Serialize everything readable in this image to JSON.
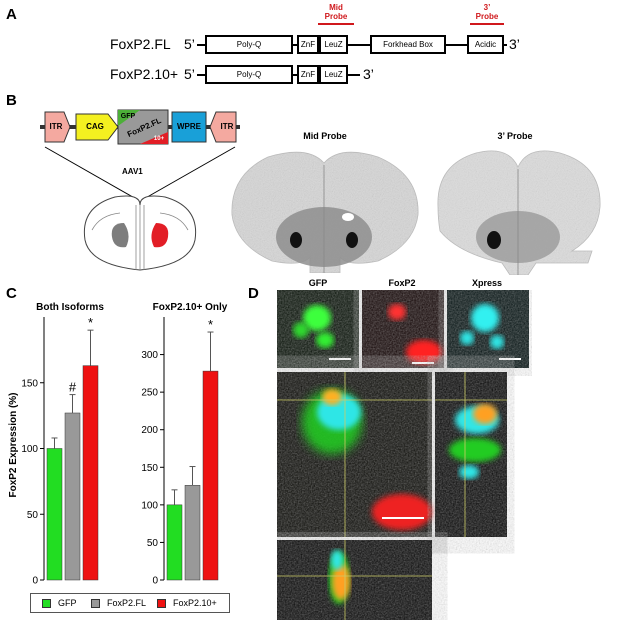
{
  "panels": {
    "a": "A",
    "b": "B",
    "c": "C",
    "d": "D"
  },
  "panel_a": {
    "genes": [
      {
        "name": "FoxP2.FL",
        "five": "5’",
        "three": "3’"
      },
      {
        "name": "FoxP2.10+",
        "five": "5’",
        "three": "3’"
      }
    ],
    "domains": {
      "polyq": "Poly-Q",
      "znf": "ZnF",
      "leuz": "LeuZ",
      "forkhead": "Forkhead Box",
      "acidic": "Acidic"
    },
    "mid_probe": [
      "Mid",
      "Probe"
    ],
    "three_probe": [
      "3’",
      "Probe"
    ]
  },
  "panel_b": {
    "vector": {
      "itr": "ITR",
      "cag": "CAG",
      "gfp": "GFP",
      "foxp2fl": "FoxP2.FL",
      "ten": "10+",
      "wpre": "WPRE",
      "itr2": "ITR"
    },
    "aav": "AAV1",
    "mid_title": "Mid Probe",
    "three_title": "3’ Probe"
  },
  "panel_d": {
    "gfp": "GFP",
    "foxp2": "FoxP2",
    "xpress": "Xpress"
  },
  "colors": {
    "gfp": "#22dd22",
    "fl": "#999999",
    "ten": "#ee1111",
    "probe": "#d0181c"
  },
  "chart_data": [
    {
      "type": "bar",
      "title": "Both Isoforms",
      "ylabel": "FoxP2 Expression (%)",
      "ylim": [
        0,
        200
      ],
      "yticks": [
        0,
        50,
        100,
        150
      ],
      "categories": [
        "GFP",
        "FoxP2.FL",
        "FoxP2.10+"
      ],
      "values": [
        100,
        127,
        163
      ],
      "errors": [
        8,
        14,
        27
      ],
      "annotations": [
        "",
        "#",
        "*"
      ]
    },
    {
      "type": "bar",
      "title": "FoxP2.10+ Only",
      "ylim": [
        0,
        350
      ],
      "yticks": [
        0,
        50,
        100,
        150,
        200,
        250,
        300
      ],
      "categories": [
        "GFP",
        "FoxP2.FL",
        "FoxP2.10+"
      ],
      "values": [
        100,
        126,
        278
      ],
      "errors": [
        20,
        25,
        52
      ],
      "annotations": [
        "",
        "",
        "*"
      ]
    }
  ],
  "legend": [
    "GFP",
    "FoxP2.FL",
    "FoxP2.10+"
  ]
}
